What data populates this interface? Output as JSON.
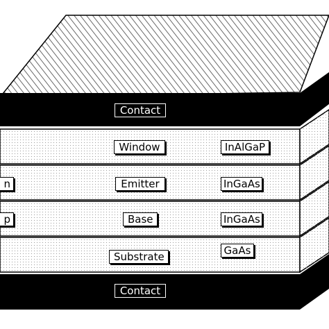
{
  "diagram": {
    "top_contact": "Contact",
    "bottom_contact": "Contact",
    "layers": [
      {
        "name": "Window",
        "material": "InAlGaP",
        "left_fragment": ""
      },
      {
        "name": "Emitter",
        "material": "InGaAs",
        "left_fragment": "n"
      },
      {
        "name": "Base",
        "material": "InGaAs",
        "left_fragment": "p"
      },
      {
        "name": "Substrate",
        "material": "GaAs",
        "left_fragment": ""
      }
    ]
  },
  "colors": {
    "contact": "#000000",
    "layer_fill": "#ffffff",
    "dots": "#9a9a9a",
    "stripes": "#555555"
  }
}
